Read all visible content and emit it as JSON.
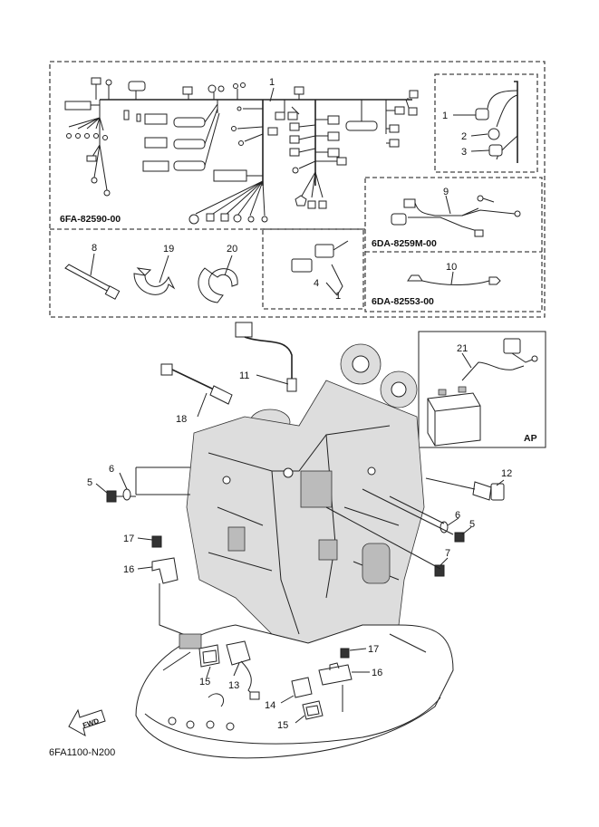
{
  "figure_code": "6FA1100-N200",
  "fwd_label": "FWD",
  "ap_label": "AP",
  "part_codes": {
    "main_harness": "6FA-82590-00",
    "sub_harness_9": "6DA-8259M-00",
    "lead_10": "6DA-82553-00"
  },
  "callouts": {
    "c1a": "1",
    "c1b": "1",
    "c1c": "1",
    "c2": "2",
    "c3": "3",
    "c4": "4",
    "c5a": "5",
    "c5b": "5",
    "c6a": "6",
    "c6b": "6",
    "c7": "7",
    "c8": "8",
    "c9": "9",
    "c10": "10",
    "c11": "11",
    "c12": "12",
    "c13": "13",
    "c14": "14",
    "c15a": "15",
    "c15b": "15",
    "c16a": "16",
    "c16b": "16",
    "c17a": "17",
    "c17b": "17",
    "c18": "18",
    "c19": "19",
    "c20": "20",
    "c21": "21"
  },
  "colors": {
    "line": "#222222",
    "background": "#ffffff"
  }
}
